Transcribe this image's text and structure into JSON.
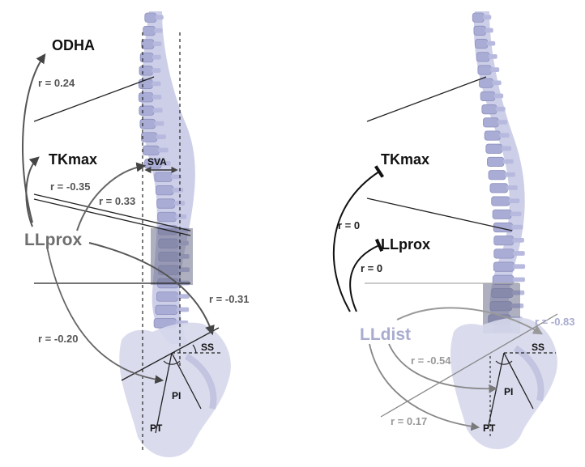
{
  "left_panel": {
    "labels": {
      "odha": "ODHA",
      "tkmax": "TKmax",
      "llprox": "LLprox",
      "sva": "SVA",
      "ss": "SS",
      "pi": "PI",
      "pt": "PT"
    },
    "correlations": {
      "odha": "r = 0.24",
      "tkmax": "r = -0.35",
      "sva": "r = 0.33",
      "ss": "r = -0.31",
      "pt": "r = -0.20"
    }
  },
  "right_panel": {
    "labels": {
      "tkmax": "TKmax",
      "llprox": "LLprox",
      "lldist": "LLdist",
      "ss": "SS",
      "pi": "PI",
      "pt": "PT"
    },
    "correlations": {
      "tkmax": "r = 0",
      "llprox": "r = 0",
      "ss": "r = -0.83",
      "pi": "r = -0.54",
      "pt": "r = 0.17"
    }
  },
  "colors": {
    "spine": "#b4b8dc",
    "spine_dark": "#7d80a8",
    "pelvis": "#d6d8ec",
    "dark_text": "#111111",
    "llprox_gray": "#6e6e6e",
    "lldist_lavender": "#a9abcf",
    "arrow_dark": "#444444",
    "arrow_gray": "#7a7a7a"
  }
}
